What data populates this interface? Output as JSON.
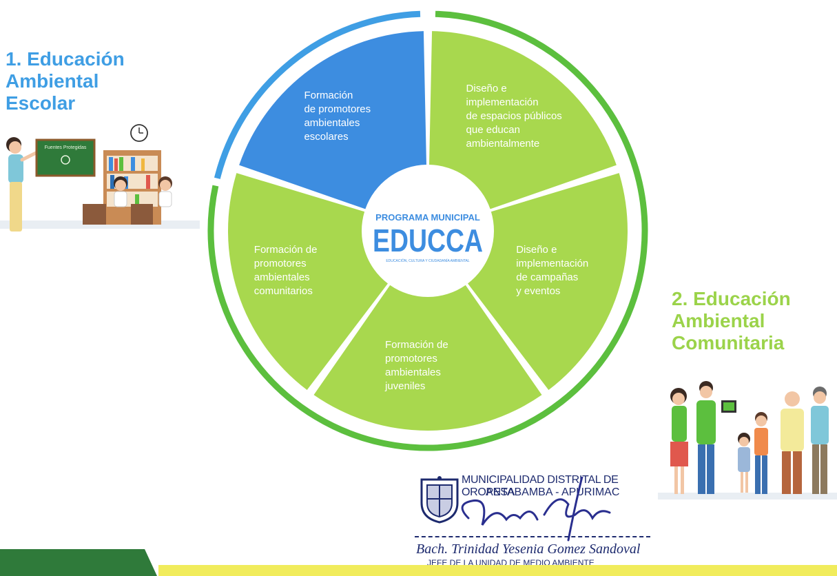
{
  "headings": {
    "school": [
      "1. Educación",
      "Ambiental",
      "Escolar"
    ],
    "community": [
      "2. Educación",
      "Ambiental",
      "Comunitaria"
    ]
  },
  "wheel": {
    "center": {
      "line1": "PROGRAMA MUNICIPAL",
      "logo": "EDUCCA",
      "tagline": "EDUCACIÓN, CULTURA Y CIUDADANÍA AMBIENTAL"
    },
    "segments": [
      {
        "lines": [
          "Formación",
          "de promotores",
          "ambientales",
          "escolares"
        ],
        "color": "#3d8de0"
      },
      {
        "lines": [
          "Diseño e",
          "implementación",
          "de espacios públicos",
          "que educan",
          "ambientalmente"
        ],
        "color": "#a8d84e"
      },
      {
        "lines": [
          "Diseño e",
          "implementación",
          "de campañas",
          "y eventos"
        ],
        "color": "#a8d84e"
      },
      {
        "lines": [
          "Formación de",
          "promotores",
          "ambientales",
          "juveniles"
        ],
        "color": "#a8d84e"
      },
      {
        "lines": [
          "Formación de",
          "promotores",
          "ambientales",
          "comunitarios"
        ],
        "color": "#a8d84e"
      }
    ],
    "ring_colors": {
      "blue": "#3f9ee4",
      "green": "#5cbf3e"
    }
  },
  "illustrations": {
    "chalkboard_text": "Fuentes Protegidas"
  },
  "stamp": {
    "line1": "MUNICIPALIDAD DISTRITAL DE OROPESA",
    "line2": "ANTABAMBA - APURIMAC",
    "name": "Bach. Trinidad Yesenia Gomez Sandoval",
    "role": "JEFE DE LA UNIDAD DE MEDIO AMBIENTE"
  },
  "colors": {
    "blue": "#3d8de0",
    "green": "#a8d84e",
    "dark_green": "#2f7a3a",
    "yellow": "#f1ec5c",
    "ink": "#1d2a6e"
  }
}
